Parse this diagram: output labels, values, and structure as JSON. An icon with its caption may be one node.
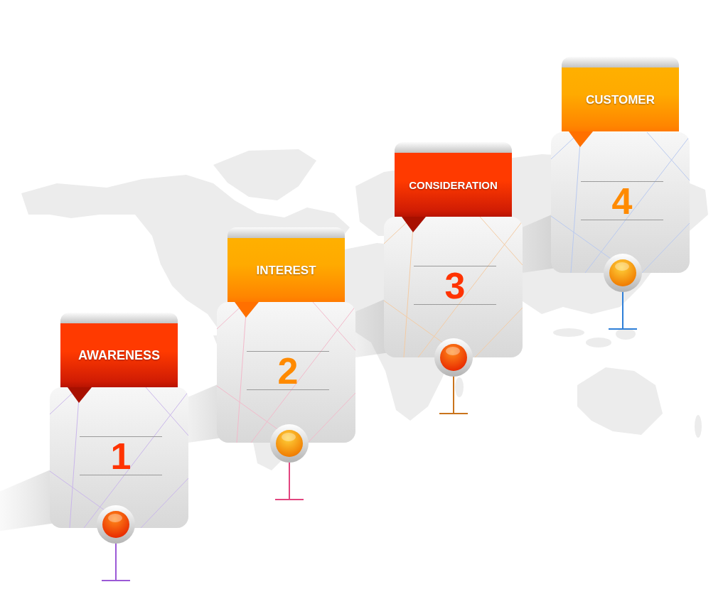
{
  "diagram": {
    "nodes": [
      {
        "text": [
          "AWARENESS"
        ]
      },
      {
        "text": [
          "1"
        ]
      },
      {
        "text": [
          "INTEREST"
        ]
      },
      {
        "text": [
          "2"
        ]
      },
      {
        "text": [
          "CONSIDERATION"
        ]
      },
      {
        "text": [
          "3"
        ]
      },
      {
        "text": [
          "CUSTOMER"
        ]
      },
      {
        "text": [
          "4"
        ]
      }
    ]
  }
}
